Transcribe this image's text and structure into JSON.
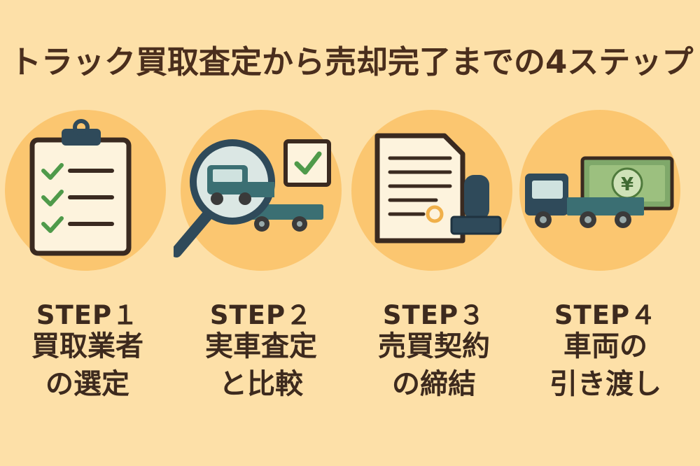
{
  "title": "トラック買取査定から売却完了までの4ステップ",
  "colors": {
    "background": "#fde0a8",
    "circle": "#fbc670",
    "navy": "#2f4a5a",
    "truck_teal": "#3b6f73",
    "check_green": "#4f9a4a",
    "paper": "#fdf3dd",
    "outline": "#3a2a20",
    "text": "#3d2a1e"
  },
  "steps": [
    {
      "label": "STEP１",
      "title_line1": "買取業者",
      "title_line2": "の選定",
      "icon": "clipboard-checklist-icon"
    },
    {
      "label": "STEP２",
      "title_line1": "実車査定",
      "title_line2": "と比較",
      "icon": "magnifier-truck-icon"
    },
    {
      "label": "STEP３",
      "title_line1": "売買契約",
      "title_line2": "の締結",
      "icon": "contract-stamp-icon"
    },
    {
      "label": "STEP４",
      "title_line1": "車両の",
      "title_line2": "引き渡し",
      "icon": "truck-yen-banknote-icon"
    }
  ],
  "banknote_symbol": "¥"
}
